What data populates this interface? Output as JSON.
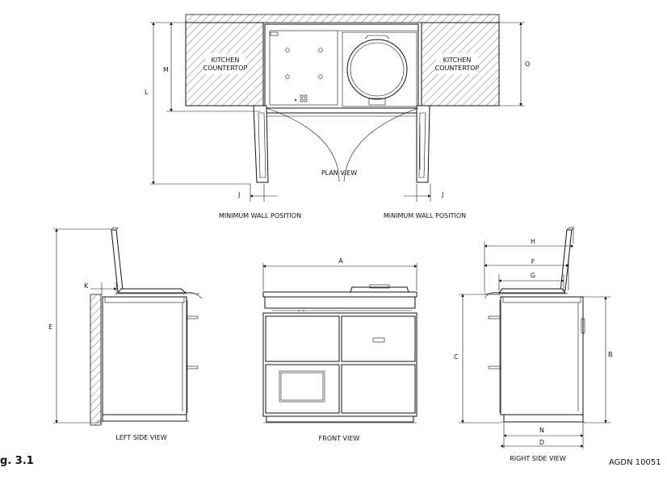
{
  "labels": {
    "kitchen_countertop_left": [
      "KITCHEN",
      "COUNTERTOP"
    ],
    "kitchen_countertop_right": [
      "KITCHEN",
      "COUNTERTOP"
    ],
    "plan_view": "PLAN VIEW",
    "min_wall_left": "MINIMUM WALL POSITION",
    "min_wall_right": "MINIMUM WALL POSITION",
    "left_side_view": "LEFT SIDE VIEW",
    "front_view": "FRONT VIEW",
    "right_side_view": "RIGHT SIDE VIEW",
    "figure": "g. 3.1",
    "drawing_code": "AGDN 10051"
  },
  "dimensions": {
    "A": "A",
    "B": "B",
    "C": "C",
    "D": "D",
    "E": "E",
    "F": "F",
    "G": "G",
    "H": "H",
    "J_left": "J",
    "J_right": "J",
    "K": "K",
    "L": "L",
    "M": "M",
    "N": "N",
    "O": "O"
  }
}
